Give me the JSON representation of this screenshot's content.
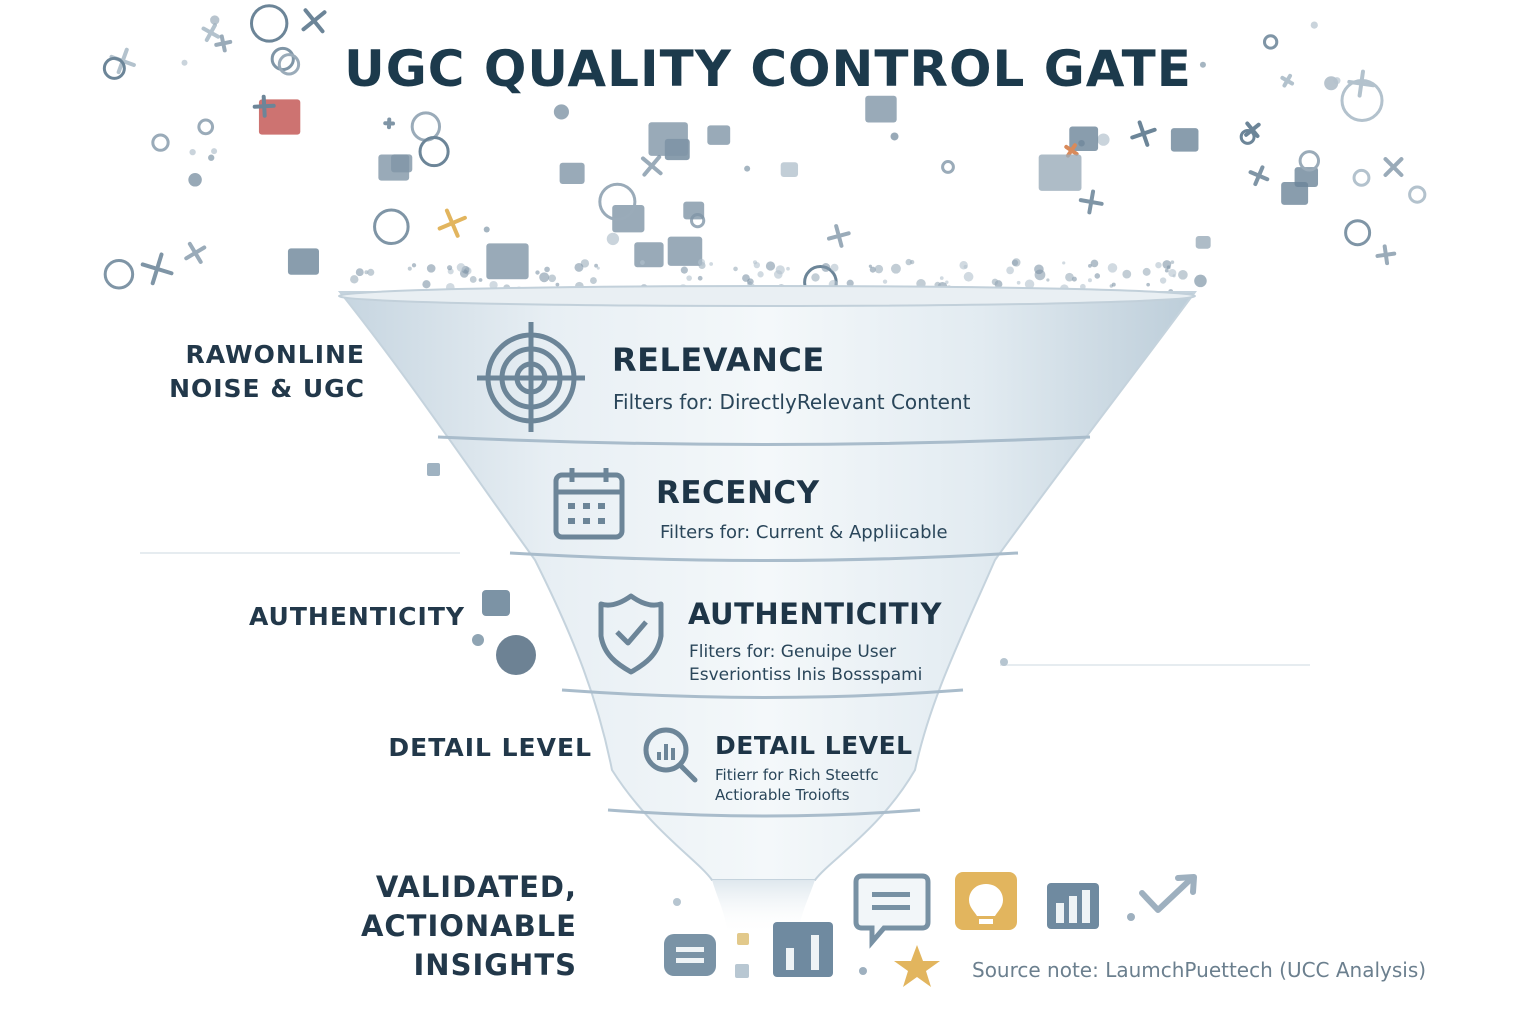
{
  "title": "UGC QUALITY CONTROL GATE",
  "side_labels": {
    "raw": [
      "RAWONLINE",
      "NOISE & UGC"
    ],
    "authenticity": "AUTHENTICITY",
    "detail": "DETAIL LEVEL",
    "output": [
      "VALIDATED,",
      "ACTIONABLE",
      "INSIGHTS"
    ]
  },
  "stages": [
    {
      "icon": "target-icon",
      "title": "RELEVANCE",
      "desc": [
        "Filters for: DirectlyRelevant Content"
      ]
    },
    {
      "icon": "calendar-icon",
      "title": "RECENCY",
      "desc": [
        "Filters for: Current & Appliicable"
      ]
    },
    {
      "icon": "shield-check-icon",
      "title": "AUTHENTICITIY",
      "desc": [
        "Fliters for: Genuipe User",
        "Esveriontiss Inis Bossspami"
      ]
    },
    {
      "icon": "magnifier-chart-icon",
      "title": "DETAIL LEVEL",
      "desc": [
        "Fitierr for Rich Steetfc",
        "Actiorable Troiofts"
      ]
    }
  ],
  "output_icons": [
    "document-icon",
    "bar-chart-icon",
    "chat-bubble-icon",
    "lightbulb-icon",
    "column-chart-icon",
    "trend-check-icon",
    "star-icon"
  ],
  "source_note": "Source note: LaumchPuettech (UCC Analysis)",
  "colors": {
    "navy": "#1c3a4c",
    "funnel_light": "#eef3f7",
    "funnel_dark": "#b9ccd9",
    "icon_slate": "#6c8598",
    "accent_orange": "#d98a5a",
    "accent_gold": "#e2b55e",
    "accent_red": "#c0504d"
  }
}
